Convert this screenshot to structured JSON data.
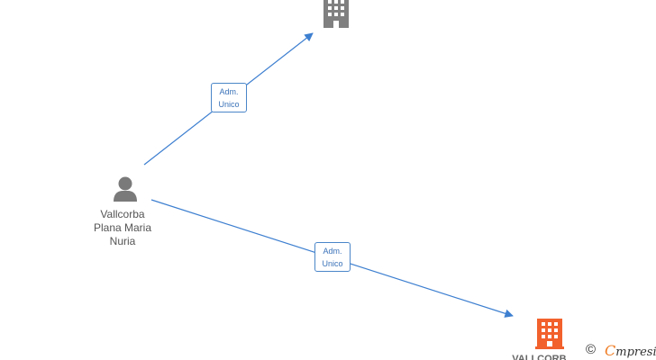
{
  "colors": {
    "edge": "#3d7fd0",
    "company_gray": "#808080",
    "company_highlight": "#f2612c",
    "person": "#7a7a7a"
  },
  "nodes": {
    "person": {
      "icon": "person-icon",
      "name_lines": [
        "Vallcorba",
        "Plana Maria",
        "Nuria"
      ]
    },
    "company_top": {
      "icon": "building-icon"
    },
    "company_bottom": {
      "icon": "building-icon",
      "label": "VALLCORB..."
    }
  },
  "edges": [
    {
      "from": "person",
      "to": "company_top",
      "label_lines": [
        "Adm.",
        "Unico"
      ]
    },
    {
      "from": "person",
      "to": "company_bottom",
      "label_lines": [
        "Adm.",
        "Unico"
      ]
    }
  ],
  "footer": {
    "copyright_symbol": "©",
    "brand_initial": "C",
    "brand_rest": "mpresia"
  }
}
